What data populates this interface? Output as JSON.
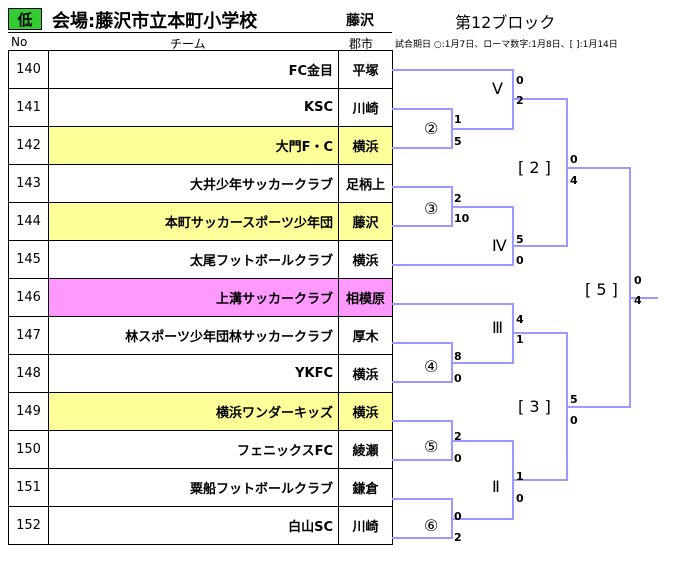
{
  "header": {
    "grade": "低",
    "venue": "会場:藤沢市立本町小学校",
    "city": "藤沢",
    "block": "第12ブロック",
    "col_no": "No",
    "col_team": "チーム",
    "col_city": "郡市",
    "legend": "試合期日 ○:1月7日、ローマ数字:1月8日、[ ]:1月14日"
  },
  "teams": [
    {
      "no": "140",
      "name": "FC金目",
      "pref": "平塚",
      "hl": ""
    },
    {
      "no": "141",
      "name": "KSC",
      "pref": "川崎",
      "hl": ""
    },
    {
      "no": "142",
      "name": "大門F・C",
      "pref": "横浜",
      "hl": "yellow"
    },
    {
      "no": "143",
      "name": "大井少年サッカークラブ",
      "pref": "足柄上",
      "hl": ""
    },
    {
      "no": "144",
      "name": "本町サッカースポーツ少年団",
      "pref": "藤沢",
      "hl": "yellow"
    },
    {
      "no": "145",
      "name": "太尾フットボールクラブ",
      "pref": "横浜",
      "hl": ""
    },
    {
      "no": "146",
      "name": "上溝サッカークラブ",
      "pref": "相模原",
      "hl": "pink"
    },
    {
      "no": "147",
      "name": "林スポーツ少年団林サッカークラブ",
      "pref": "厚木",
      "hl": ""
    },
    {
      "no": "148",
      "name": "YKFC",
      "pref": "横浜",
      "hl": ""
    },
    {
      "no": "149",
      "name": "横浜ワンダーキッズ",
      "pref": "横浜",
      "hl": "yellow"
    },
    {
      "no": "150",
      "name": "フェニックスFC",
      "pref": "綾瀬",
      "hl": ""
    },
    {
      "no": "151",
      "name": "粟船フットボールクラブ",
      "pref": "鎌倉",
      "hl": ""
    },
    {
      "no": "152",
      "name": "白山SC",
      "pref": "川崎",
      "hl": ""
    }
  ],
  "matches": {
    "m2": {
      "label": "②",
      "top": "1",
      "bottom": "5"
    },
    "m3": {
      "label": "③",
      "top": "2",
      "bottom": "10"
    },
    "m4": {
      "label": "④",
      "top": "8",
      "bottom": "0"
    },
    "m5": {
      "label": "⑤",
      "top": "2",
      "bottom": "0"
    },
    "m6": {
      "label": "⑥",
      "top": "0",
      "bottom": "2"
    },
    "rV": {
      "label": "Ⅴ",
      "top": "0",
      "bottom": "2"
    },
    "rIV": {
      "label": "Ⅳ",
      "top": "5",
      "bottom": "0"
    },
    "rIII": {
      "label": "Ⅲ",
      "top": "4",
      "bottom": "1"
    },
    "rII": {
      "label": "Ⅱ",
      "top": "1",
      "bottom": "0"
    },
    "q2": {
      "label": "[ 2 ]",
      "top": "0",
      "bottom": "4"
    },
    "q3": {
      "label": "[ 3 ]",
      "top": "5",
      "bottom": "0"
    },
    "q5": {
      "label": "[ 5 ]",
      "top": "0",
      "bottom": "4"
    }
  }
}
